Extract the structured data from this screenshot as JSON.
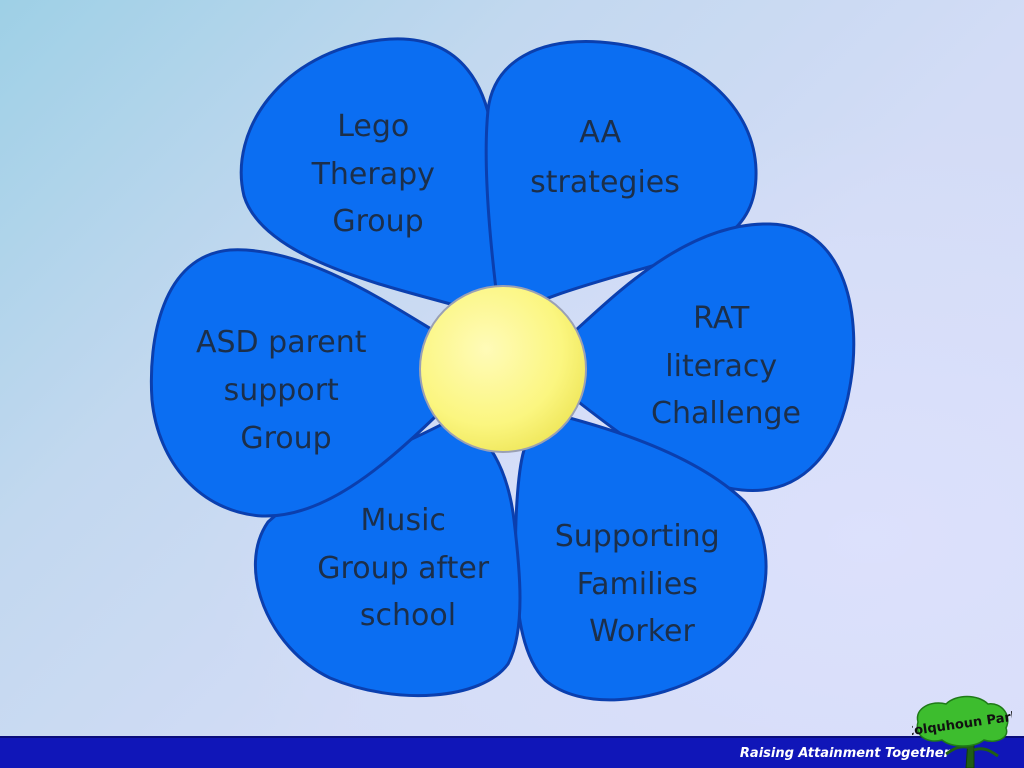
{
  "diagram": {
    "petals": [
      {
        "id": "lego",
        "lines": [
          "Lego",
          "Therapy",
          "Group"
        ]
      },
      {
        "id": "aa",
        "lines": [
          "AA",
          "strategies"
        ]
      },
      {
        "id": "rat",
        "lines": [
          "RAT",
          "literacy",
          "Challenge"
        ]
      },
      {
        "id": "supporting",
        "lines": [
          "Supporting",
          "Families",
          "Worker"
        ]
      },
      {
        "id": "music",
        "lines": [
          "Music",
          "Group after",
          "school"
        ]
      },
      {
        "id": "asd",
        "lines": [
          "ASD parent",
          "support",
          "Group"
        ]
      }
    ]
  },
  "footer": {
    "tagline": "Raising Attainment Together"
  },
  "logo": {
    "name": "Colquhoun Park"
  },
  "colors": {
    "petal_fill": "#0b6ef2",
    "petal_stroke": "#0b3fae",
    "center_fill": "#fbf680",
    "footer_bar": "#1016b8",
    "logo_green": "#3dbd2e"
  }
}
